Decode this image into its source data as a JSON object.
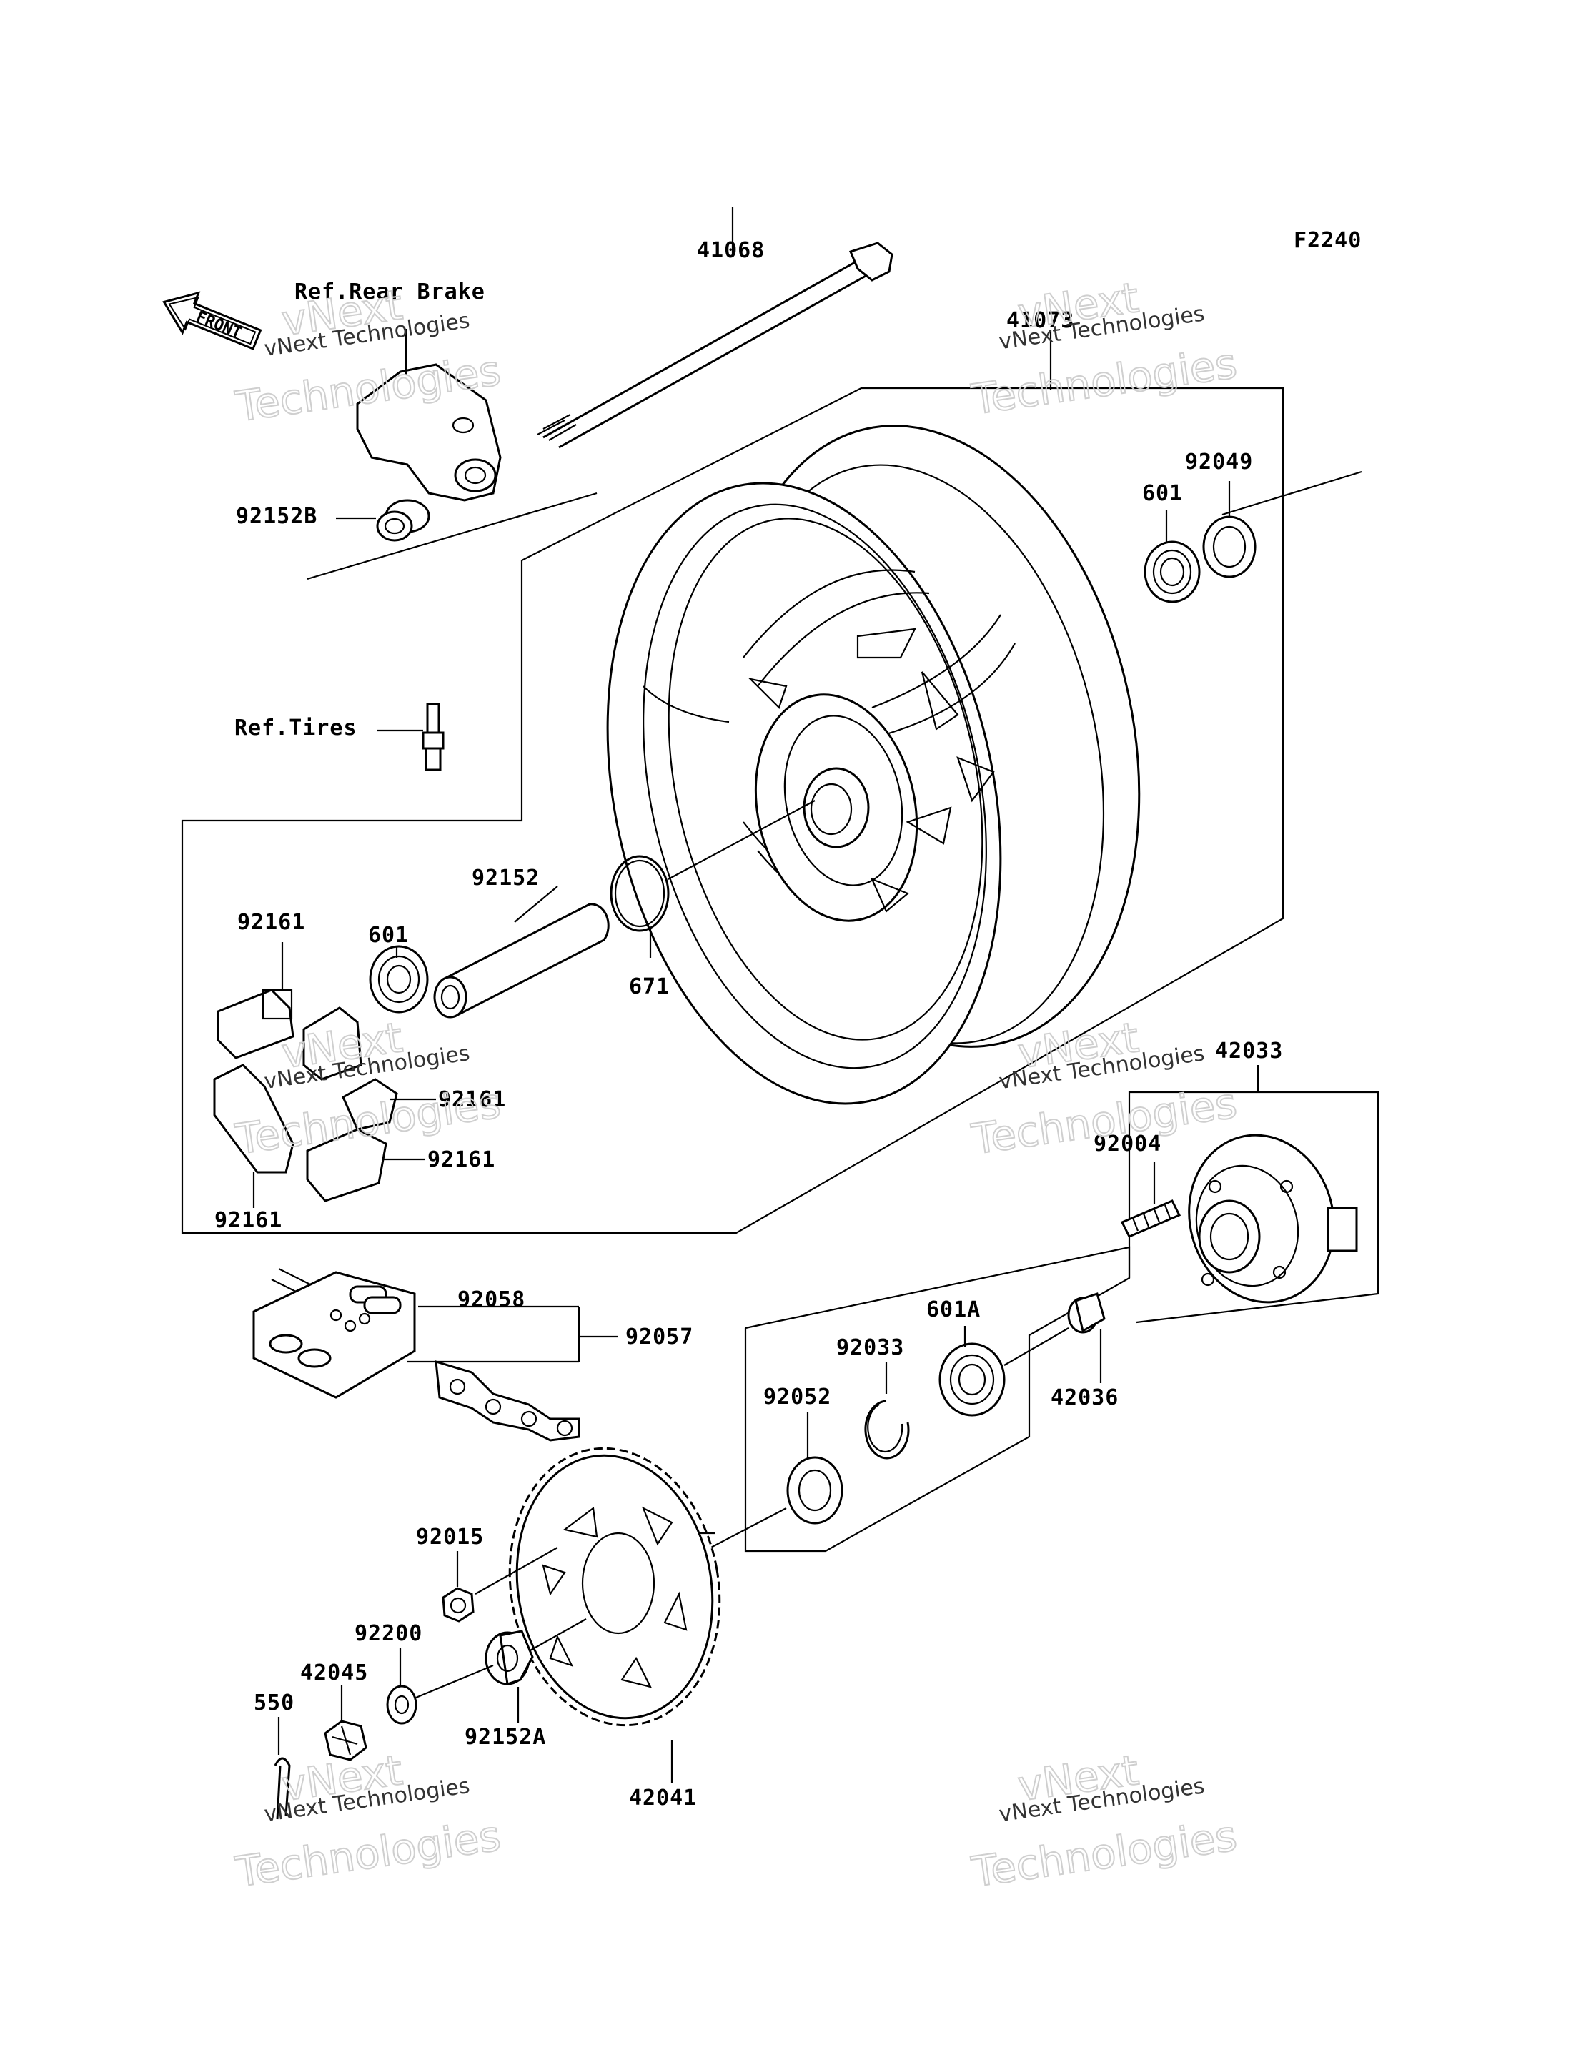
{
  "diagram": {
    "figure_code": "F2240",
    "front_label": "FRONT",
    "references": {
      "rear_brake": "Ref.Rear Brake",
      "tires": "Ref.Tires"
    },
    "part_numbers": {
      "axle": "41068",
      "wheel": "41073",
      "collar_left": "92152B",
      "bearing_right": "601",
      "seal_right": "92049",
      "collar_center": "92152",
      "bearing_left": "601",
      "oring": "671",
      "damper_top": "92161",
      "damper_mid": "92161",
      "damper_low": "92161",
      "damper_bottom": "92161",
      "coupling": "42033",
      "stud": "92004",
      "joint_link": "92058",
      "chain": "92057",
      "bearing_coupling": "601A",
      "circlip": "92033",
      "coupling_collar": "42036",
      "coupling_seal": "92052",
      "sprocket_nut": "92015",
      "washer": "92200",
      "axle_nut": "42045",
      "cotter_pin": "550",
      "sprocket_collar": "92152A",
      "sprocket": "42041"
    },
    "watermark": {
      "line1": "vNext",
      "line2": "vNext Technologies",
      "line3": "Technologies"
    }
  }
}
